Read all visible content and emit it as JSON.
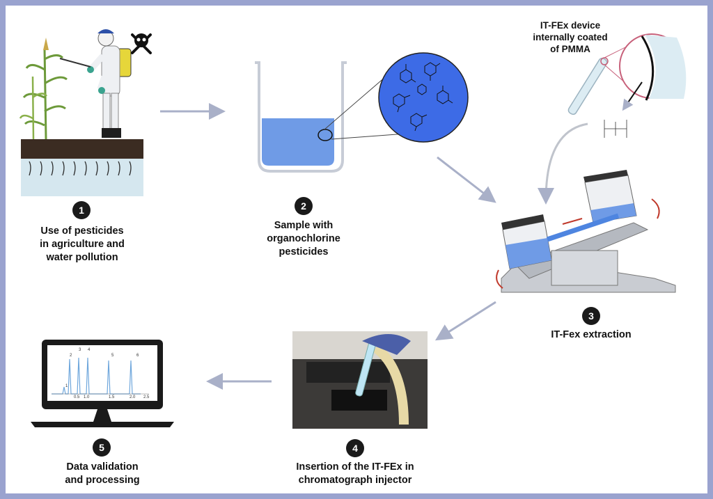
{
  "steps": [
    {
      "number": "1",
      "text": "Use of pesticides in agriculture and water pollution",
      "lines": [
        "Use of pesticides",
        "in agriculture and",
        "water pollution"
      ]
    },
    {
      "number": "2",
      "text": "Sample with organochlorine pesticides",
      "lines": [
        "Sample with",
        "organochlorine",
        "pesticides"
      ]
    },
    {
      "number": "3",
      "text": "IT-Fex extraction",
      "lines": [
        "IT-Fex extraction"
      ]
    },
    {
      "number": "4",
      "text": "Insertion of the IT-FEx in chromatograph injector",
      "lines": [
        "Insertion of the IT-FEx in",
        "chromatograph injector"
      ]
    },
    {
      "number": "5",
      "text": "Data validation and processing",
      "lines": [
        "Data validation",
        "and processing"
      ]
    }
  ],
  "device_callout": {
    "lines": [
      "IT-FEx device",
      "internally coated",
      "of PMMA"
    ]
  },
  "chromatogram": {
    "peak_labels": [
      "1",
      "2",
      "3",
      "4",
      "5",
      "6"
    ],
    "axis_ticks": [
      "0.5",
      "1.0",
      "1.5",
      "2.0",
      "2.5"
    ]
  },
  "colors": {
    "frame": "#9aa3cf",
    "arrow": "#a9b0c8",
    "water": "#6f9be6",
    "magnifier": "#3d6be6",
    "badge": "#1a1a1a"
  }
}
